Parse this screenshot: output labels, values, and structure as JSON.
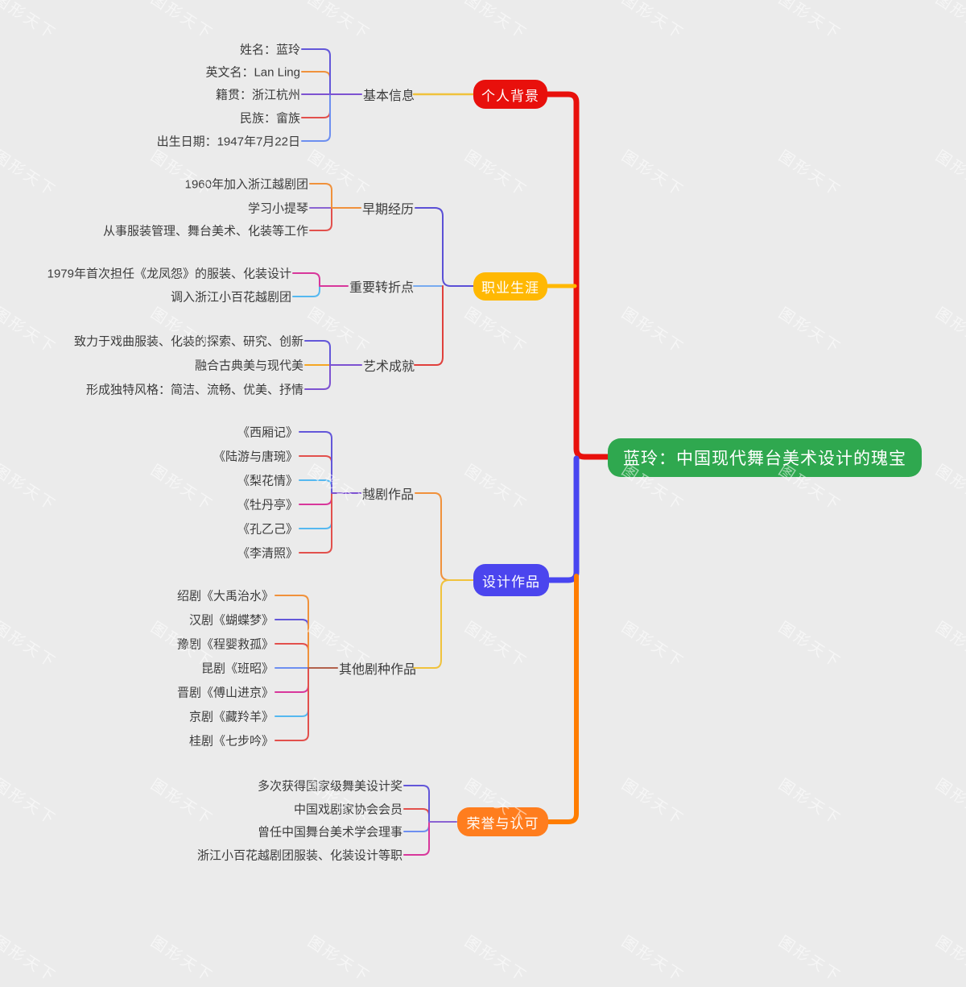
{
  "watermark": "图形天下",
  "central": {
    "label": "蓝玲：中国现代舞台美术设计的瑰宝",
    "color": "#2FA84F"
  },
  "branches": [
    {
      "label": "个人背景",
      "color": "#E8100C",
      "groups": [
        {
          "label": "基本信息",
          "leaves": [
            "姓名：蓝玲",
            "英文名：Lan Ling",
            "籍贯：浙江杭州",
            "民族：畲族",
            "出生日期：1947年7月22日"
          ]
        }
      ]
    },
    {
      "label": "职业生涯",
      "color": "#FFB802",
      "groups": [
        {
          "label": "早期经历",
          "leaves": [
            "1960年加入浙江越剧团",
            "学习小提琴",
            "从事服装管理、舞台美术、化装等工作"
          ]
        },
        {
          "label": "重要转折点",
          "leaves": [
            "1979年首次担任《龙凤怨》的服装、化装设计",
            "调入浙江小百花越剧团"
          ]
        },
        {
          "label": "艺术成就",
          "leaves": [
            "致力于戏曲服装、化装的探索、研究、创新",
            "融合古典美与现代美",
            "形成独特风格：简洁、流畅、优美、抒情"
          ]
        }
      ]
    },
    {
      "label": "设计作品",
      "color": "#4B45EE",
      "groups": [
        {
          "label": "越剧作品",
          "leaves": [
            "《西厢记》",
            "《陆游与唐琬》",
            "《梨花情》",
            "《牡丹亭》",
            "《孔乙己》",
            "《李清照》"
          ]
        },
        {
          "label": "其他剧种作品",
          "leaves": [
            "绍剧《大禹治水》",
            "汉剧《蝴蝶梦》",
            "豫剧《程婴救孤》",
            "昆剧《班昭》",
            "晋剧《傅山进京》",
            "京剧《藏羚羊》",
            "桂剧《七步吟》"
          ]
        }
      ]
    },
    {
      "label": "荣誉与认可",
      "color": "#FF7D1E",
      "groups": [
        {
          "leaves": [
            "多次获得国家级舞美设计奖",
            "中国戏剧家协会会员",
            "曾任中国舞台美术学会理事",
            "浙江小百花越剧团服装、化装设计等职"
          ]
        }
      ]
    }
  ],
  "palette": {
    "background": "#EBEBEB",
    "trunk_top": "#E8100C",
    "trunk_middle": "#4845F0",
    "trunk_bottom": "#FF7D00",
    "link_gold": "#F0C23C",
    "text": "#3C3C3C"
  }
}
